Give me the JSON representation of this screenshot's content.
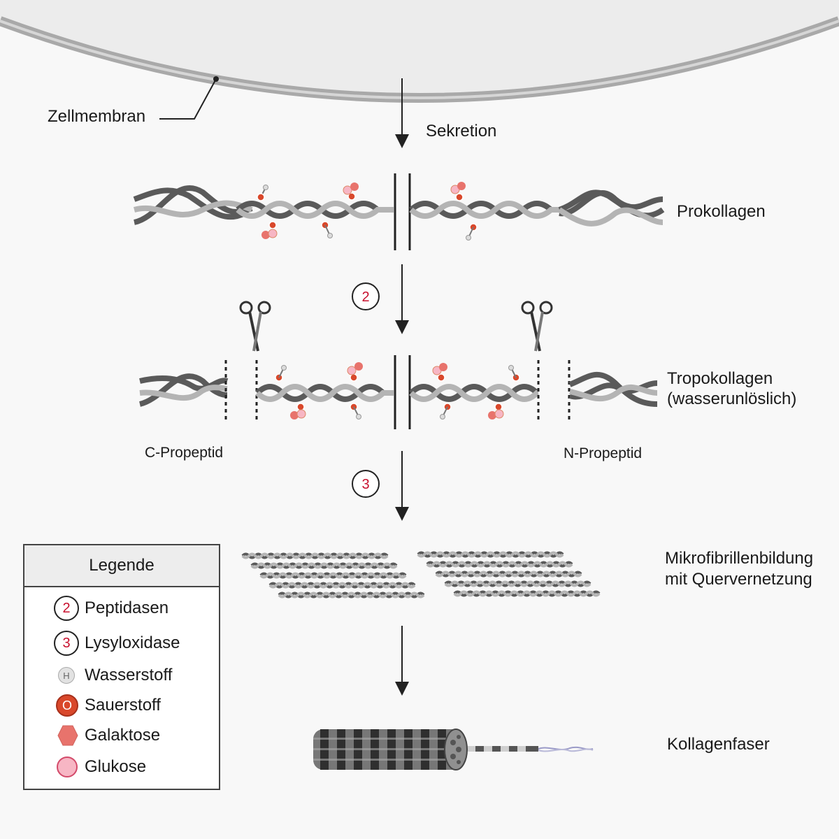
{
  "labels": {
    "cell_membrane": "Zellmembran",
    "secretion": "Sekretion",
    "procollagen": "Prokollagen",
    "tropocollagen_line1": "Tropokollagen",
    "tropocollagen_line2": "(wasserunlöslich)",
    "c_propeptide": "C-Propeptid",
    "n_propeptide": "N-Propeptid",
    "microfibril_line1": "Mikrofibrillenbildung",
    "microfibril_line2": "mit Quervernetzung",
    "collagen_fiber": "Kollagenfaser"
  },
  "steps": {
    "step2": "2",
    "step3": "3"
  },
  "legend": {
    "title": "Legende",
    "items": [
      {
        "symbol": "2",
        "label": "Peptidasen"
      },
      {
        "symbol": "3",
        "label": "Lysyloxidase"
      },
      {
        "symbol": "H",
        "label": "Wasserstoff"
      },
      {
        "symbol": "O",
        "label": "Sauerstoff"
      },
      {
        "symbol": "",
        "label": "Galaktose"
      },
      {
        "symbol": "",
        "label": "Glukose"
      }
    ]
  },
  "colors": {
    "strand_dark": "#5a5a5a",
    "strand_light": "#b4b4b4",
    "oxygen": "#d9482b",
    "galactose": "#e8736c",
    "glucose": "#f7b6c4",
    "hydrogen": "#dcdcdc",
    "step_number": "#c8102e",
    "membrane": "#a9a9a9"
  }
}
